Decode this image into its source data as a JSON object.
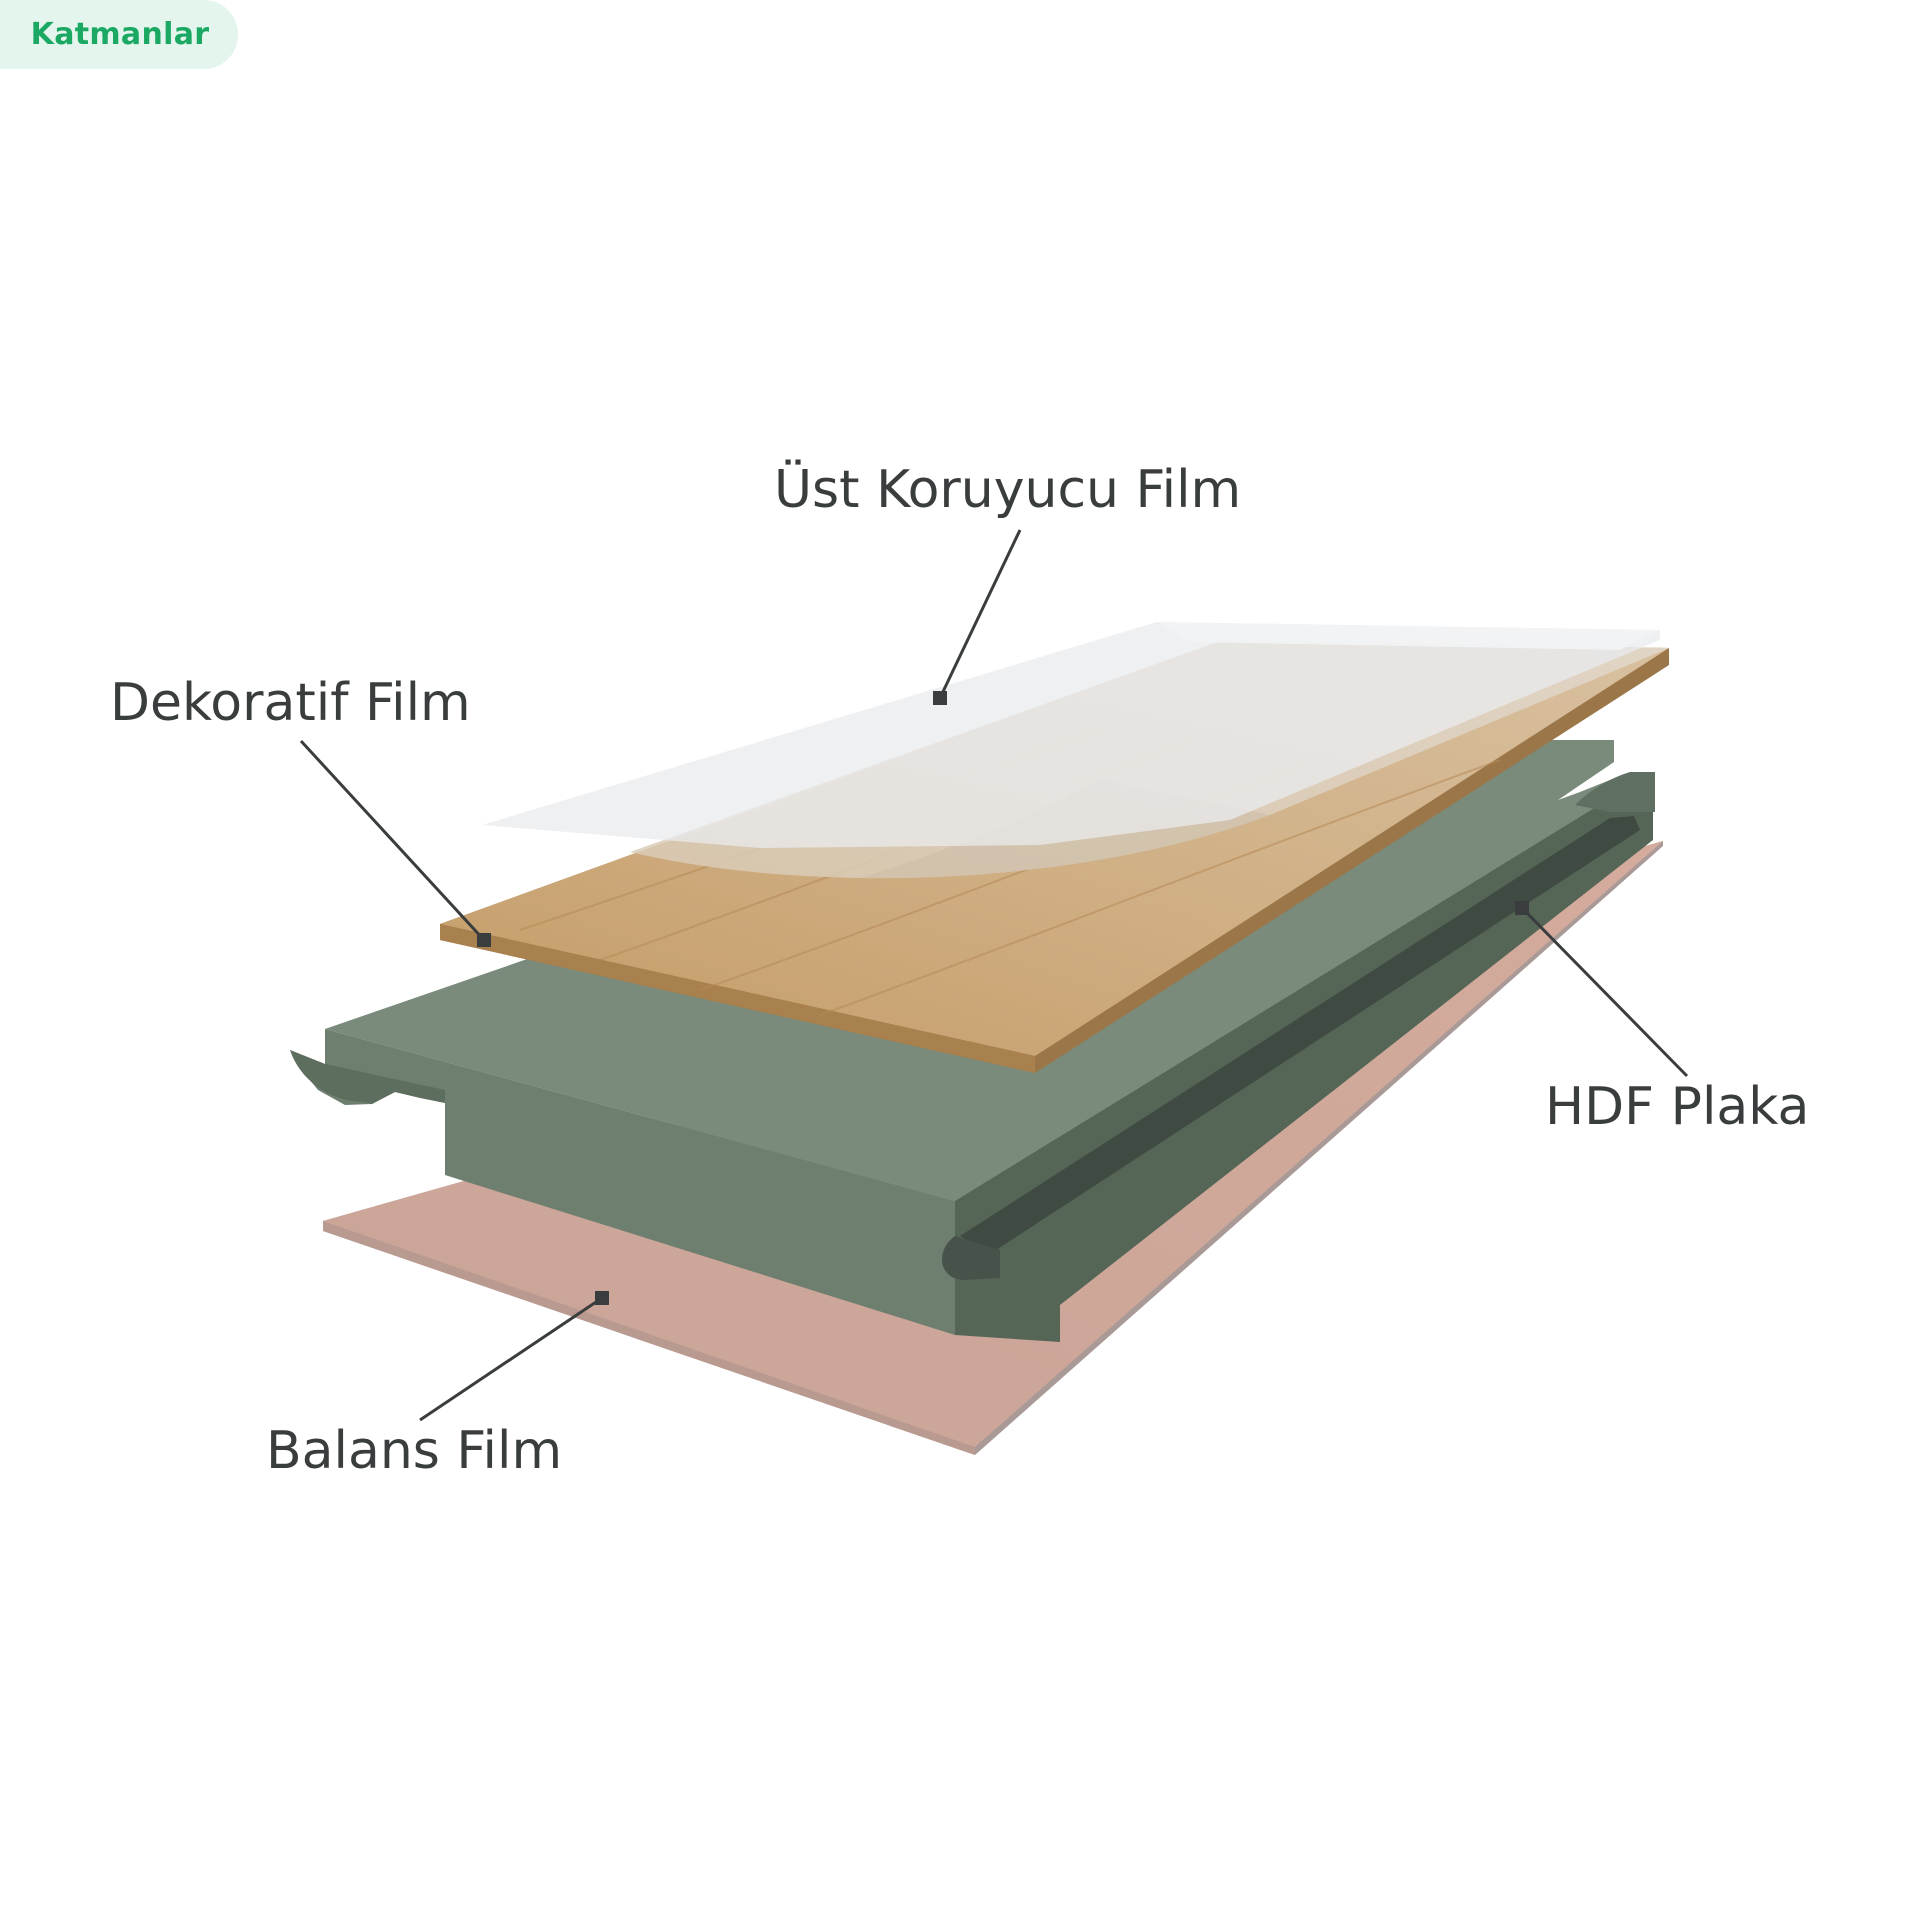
{
  "badge": {
    "text": "Katmanlar"
  },
  "layers": [
    {
      "id": "top",
      "label": "Üst Koruyucu Film",
      "color": "#e9ebed"
    },
    {
      "id": "deco",
      "label": "Dekoratif Film",
      "color": "#c9a57a"
    },
    {
      "id": "hdf",
      "label": "HDF Plaka",
      "color": "#7a8b7b"
    },
    {
      "id": "balance",
      "label": "Balans Film",
      "color": "#c9a497"
    }
  ],
  "colors": {
    "label_text": "#3a3d3e",
    "leader_line": "#3a3d3e",
    "badge_bg": "#e4f5ed",
    "badge_text": "#1aa862"
  }
}
